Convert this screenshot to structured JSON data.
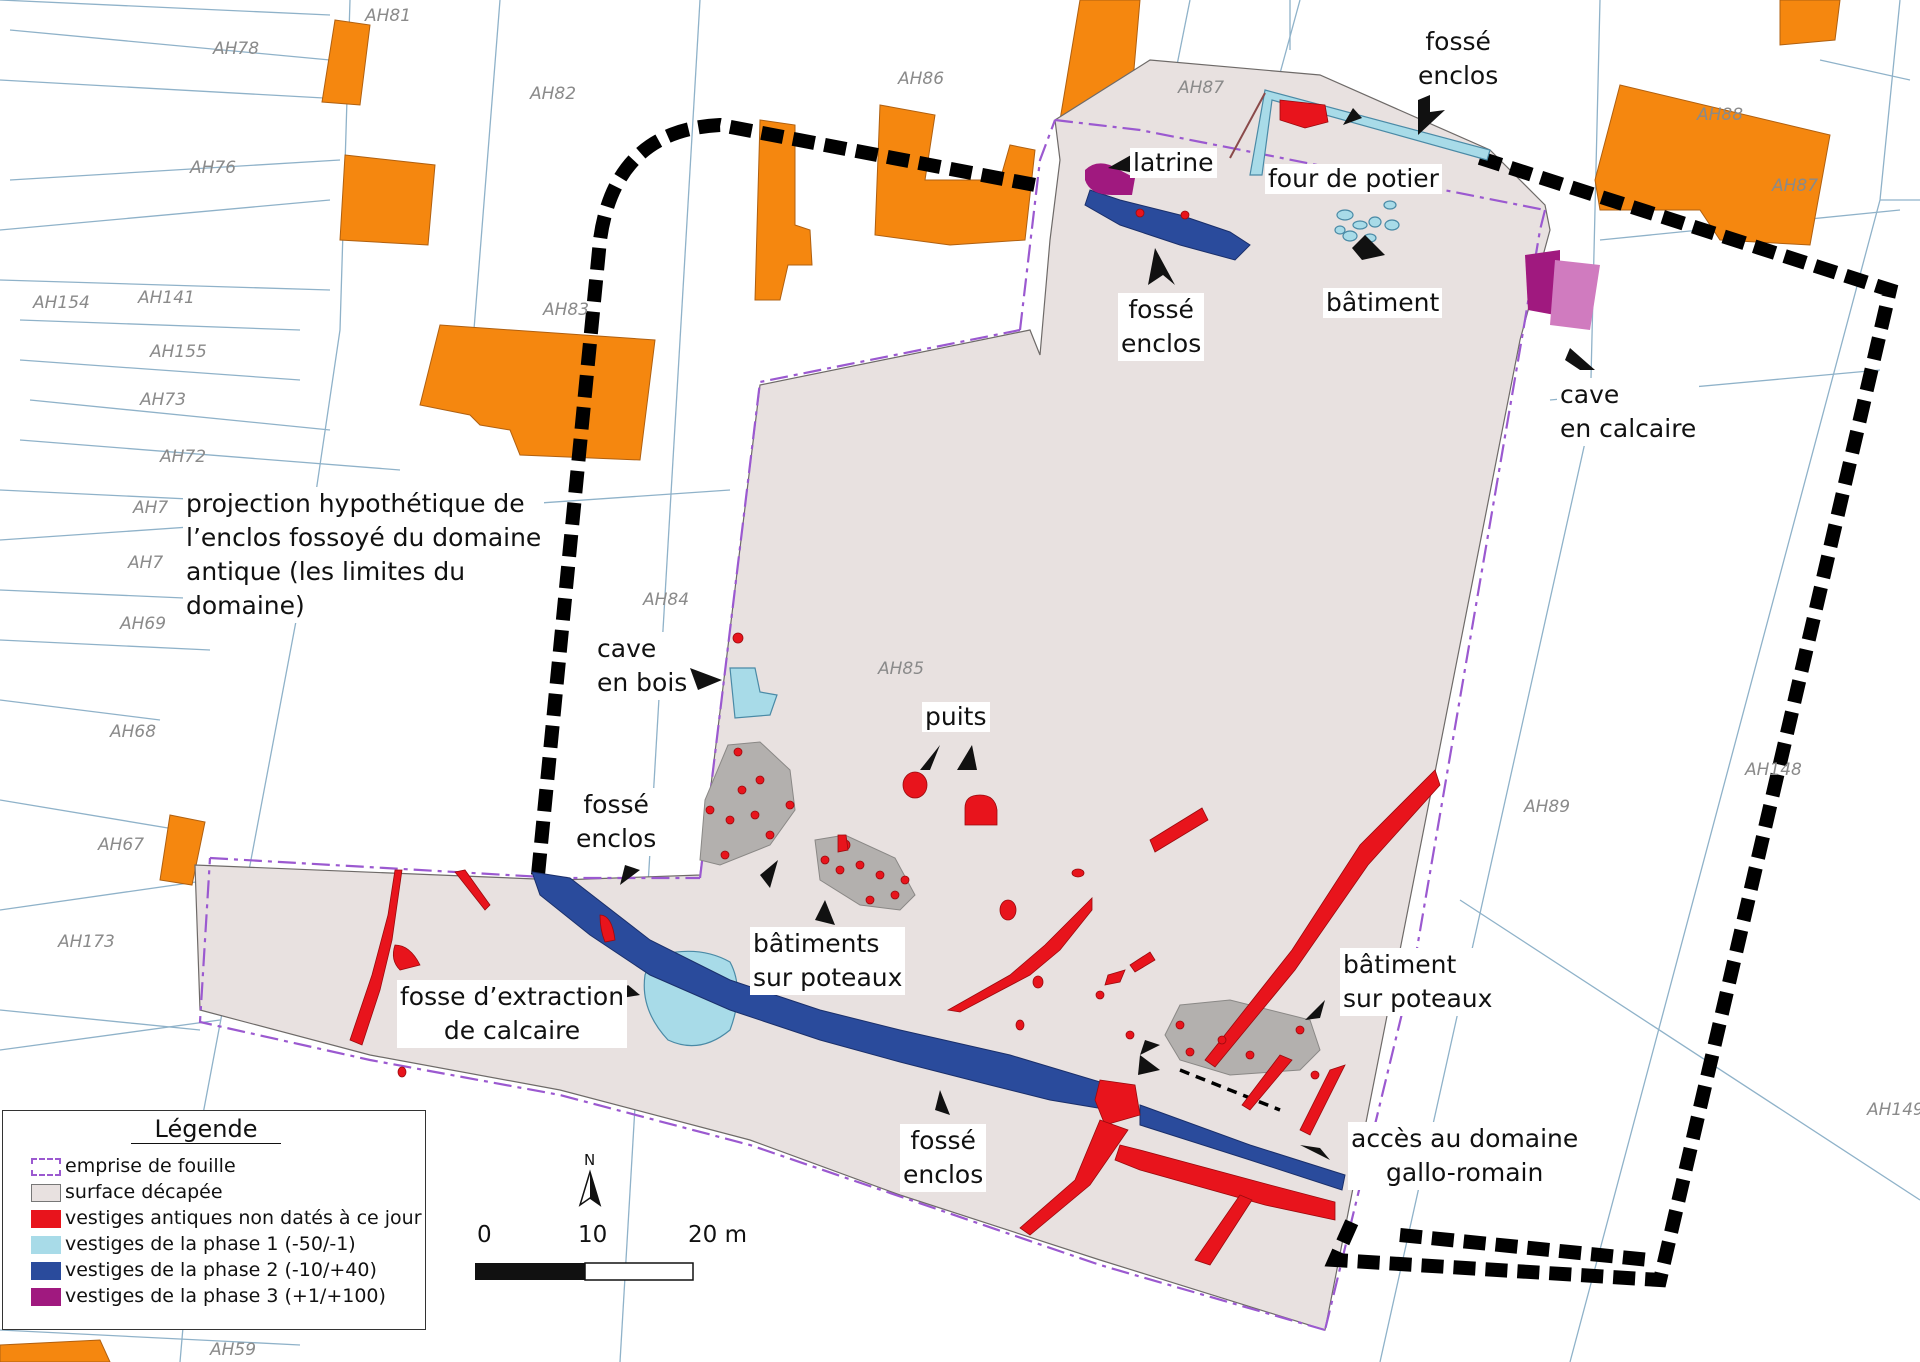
{
  "parcels": [
    "AH81",
    "AH78",
    "AH82",
    "AH86",
    "AH87",
    "AH88",
    "AH87",
    "AH76",
    "AH154",
    "AH141",
    "AH83",
    "AH155",
    "AH73",
    "AH72",
    "AH7",
    "AH7",
    "AH69",
    "AH84",
    "AH85",
    "AH68",
    "AH148",
    "AH89",
    "AH67",
    "AH173",
    "AH149",
    "AH59"
  ],
  "annotations": {
    "fosse_enclos_top": "fossé\nenclos",
    "latrine": "latrine",
    "four": "four de potier",
    "fosse_enclos_north": "fossé\nenclos",
    "batiment_north": "bâtiment",
    "cave_calcaire": "cave\nen calcaire",
    "projection": "projection hypothétique de\nl’enclos fossoyé du domaine\nantique (les limites du\ndomaine)",
    "cave_bois": "cave\nen bois",
    "puits": "puits",
    "fosse_enclos_west": "fossé\nenclos",
    "batiments_poteaux": "bâtiments\nsur poteaux",
    "batiment_poteaux": "bâtiment\nsur poteaux",
    "fosse_extraction": "fosse d’extraction\nde calcaire",
    "fosse_enclos_south": "fossé\nenclos",
    "acces": "accès au domaine\ngallo-romain"
  },
  "legend": {
    "title": "Légende",
    "items": [
      {
        "label": "emprise de fouille",
        "style": "dash",
        "color": "#9b59d0"
      },
      {
        "label": "surface décapée",
        "style": "fill",
        "color": "#e8e1e0"
      },
      {
        "label": "vestiges antiques non datés à ce jour",
        "style": "fill",
        "color": "#e8141c"
      },
      {
        "label": "vestiges de la phase 1 (-50/-1)",
        "style": "fill",
        "color": "#a8dbe8"
      },
      {
        "label": "vestiges de la phase 2 (-10/+40)",
        "style": "fill",
        "color": "#2a4b9c"
      },
      {
        "label": "vestiges de la phase 3 (+1/+100)",
        "style": "fill",
        "color": "#a0197f"
      }
    ]
  },
  "scale": {
    "labels": [
      "0",
      "10",
      "20 m"
    ]
  },
  "north": "N",
  "colors": {
    "building": "#f5870f",
    "decapee": "#e8e1e0",
    "red": "#e8141c",
    "phase1": "#a8dbe8",
    "phase2": "#2a4b9c",
    "phase3": "#a0197f",
    "grey": "#b3b0ae",
    "emprise": "#9b59d0"
  }
}
